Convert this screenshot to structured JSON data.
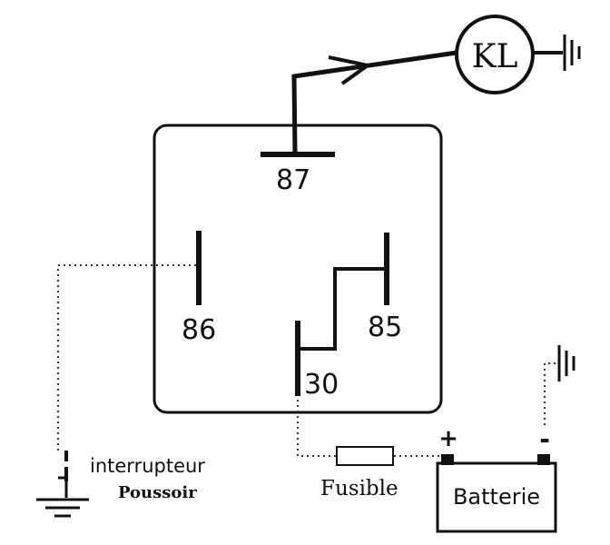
{
  "relay": {
    "pin_87": "87",
    "pin_86": "86",
    "pin_85": "85",
    "pin_30": "30"
  },
  "lamp": {
    "label": "KL"
  },
  "switch": {
    "label_line1": "interrupteur",
    "label_line2": "Poussoir"
  },
  "fuse": {
    "label": "Fusible"
  },
  "battery": {
    "label": "Batterie",
    "plus": "+",
    "minus": "-"
  }
}
